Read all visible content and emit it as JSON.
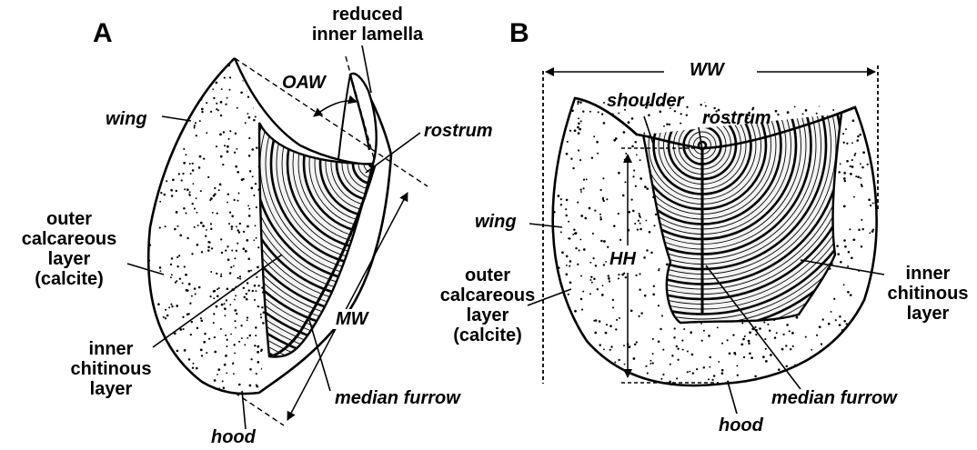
{
  "panels": {
    "a": {
      "panel_label": "A",
      "labels": {
        "reduced_inner_lamella": [
          "reduced",
          "inner lamella"
        ],
        "oaw": "OAW",
        "wing": "wing",
        "rostrum": "rostrum",
        "outer_layer": [
          "outer",
          "calcareous",
          "layer",
          "(calcite)"
        ],
        "mw": "MW",
        "inner_layer": [
          "inner",
          "chitinous",
          "layer"
        ],
        "median_furrow": "median furrow",
        "hood": "hood"
      }
    },
    "b": {
      "panel_label": "B",
      "labels": {
        "ww": "WW",
        "shoulder": "shoulder",
        "rostrum": "rostrum",
        "wing": "wing",
        "hh": "HH",
        "outer_layer": [
          "outer",
          "calcareous",
          "layer",
          "(calcite)"
        ],
        "inner_layer": [
          "inner",
          "chitinous",
          "layer"
        ],
        "median_furrow": "median furrow",
        "hood": "hood"
      }
    }
  }
}
